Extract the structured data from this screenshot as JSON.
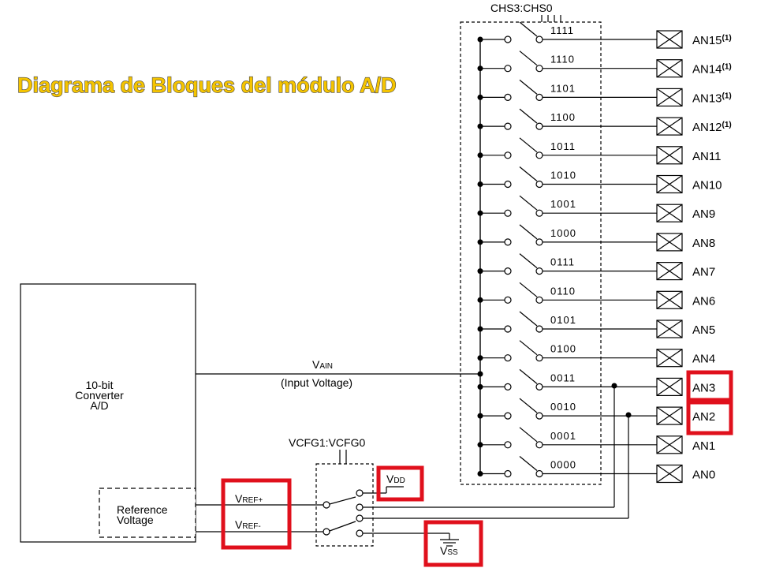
{
  "title": "Diagrama de Bloques del módulo A/D",
  "mux_select_label": "CHS3:CHS0",
  "vref_select_label": "VCFG1:VCFG0",
  "converter": {
    "line1": "10-bit",
    "line2": "Converter",
    "line3": "A/D"
  },
  "reference": {
    "line1": "Reference",
    "line2": "Voltage"
  },
  "vain": {
    "label_main": "V",
    "label_sub": "AIN",
    "caption": "(Input Voltage)"
  },
  "vref_plus": {
    "main": "V",
    "sub": "REF+"
  },
  "vref_minus": {
    "main": "V",
    "sub": "REF-"
  },
  "vdd": {
    "main": "V",
    "sub": "DD"
  },
  "vss": {
    "main": "V",
    "sub": "SS"
  },
  "note_mark": "(1)",
  "highlight_color": "#e0101c",
  "title_color": "#f5c400",
  "channels": [
    {
      "pin": "AN15",
      "code": "1111",
      "note": true
    },
    {
      "pin": "AN14",
      "code": "1110",
      "note": true
    },
    {
      "pin": "AN13",
      "code": "1101",
      "note": true
    },
    {
      "pin": "AN12",
      "code": "1100",
      "note": true
    },
    {
      "pin": "AN11",
      "code": "1011",
      "note": false
    },
    {
      "pin": "AN10",
      "code": "1010",
      "note": false
    },
    {
      "pin": "AN9",
      "code": "1001",
      "note": false
    },
    {
      "pin": "AN8",
      "code": "1000",
      "note": false
    },
    {
      "pin": "AN7",
      "code": "0111",
      "note": false
    },
    {
      "pin": "AN6",
      "code": "0110",
      "note": false
    },
    {
      "pin": "AN5",
      "code": "0101",
      "note": false
    },
    {
      "pin": "AN4",
      "code": "0100",
      "note": false
    },
    {
      "pin": "AN3",
      "code": "0011",
      "note": false
    },
    {
      "pin": "AN2",
      "code": "0010",
      "note": false
    },
    {
      "pin": "AN1",
      "code": "0001",
      "note": false
    },
    {
      "pin": "AN0",
      "code": "0000",
      "note": false
    }
  ]
}
